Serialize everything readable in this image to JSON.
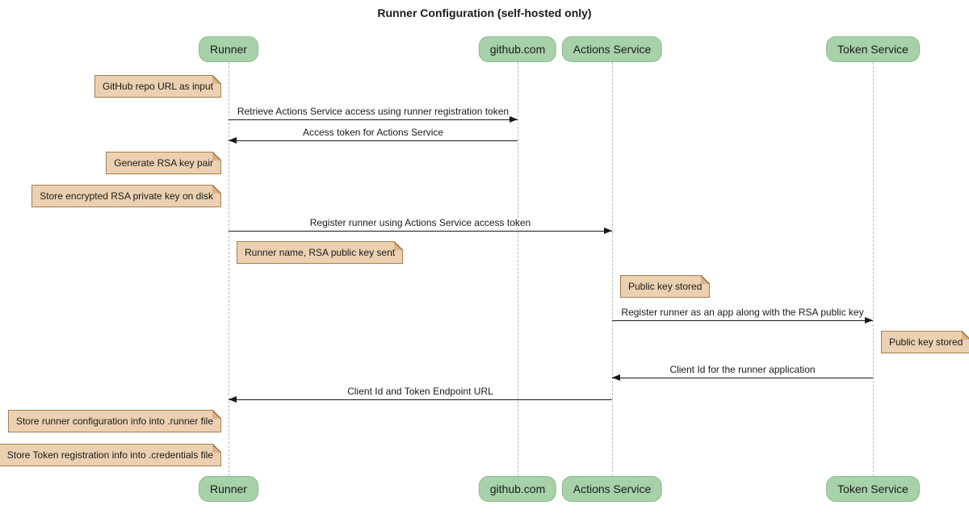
{
  "title": "Runner Configuration (self-hosted only)",
  "diagram_type": "sequence",
  "colors": {
    "participant_fill": "#A7D1A8",
    "participant_border": "#8CBD8F",
    "note_fill": "#EBD1B1",
    "note_border": "#A97E4E",
    "lifeline": "#BCBCBC",
    "arrow": "#1A1A1A",
    "background": "#FFFFFF"
  },
  "participants": {
    "runner": "Runner",
    "github": "github.com",
    "actions": "Actions Service",
    "token": "Token Service"
  },
  "messages": [
    {
      "text": "Retrieve Actions Service access using runner registration token",
      "from": "Runner",
      "to": "github.com"
    },
    {
      "text": "Access token for Actions Service",
      "from": "github.com",
      "to": "Runner"
    },
    {
      "text": "Register runner using Actions Service access token",
      "from": "Runner",
      "to": "Actions Service"
    },
    {
      "text": "Register runner as an app along with the RSA public key",
      "from": "Actions Service",
      "to": "Token Service"
    },
    {
      "text": "Client Id for the runner application",
      "from": "Token Service",
      "to": "Actions Service"
    },
    {
      "text": "Client Id and Token Endpoint URL",
      "from": "Actions Service",
      "to": "Runner"
    }
  ],
  "notes": [
    {
      "text": "GitHub repo URL as input",
      "position": "left of Runner"
    },
    {
      "text": "Generate RSA key pair",
      "position": "left of Runner"
    },
    {
      "text": "Store encrypted RSA private key on disk",
      "position": "left of Runner"
    },
    {
      "text": "Runner name, RSA public key sent",
      "position": "right of Runner"
    },
    {
      "text": "Public key stored",
      "position": "right of Actions Service"
    },
    {
      "text": "Public key stored",
      "position": "right of Token Service"
    },
    {
      "text": "Store runner configuration info into .runner file",
      "position": "left of Runner"
    },
    {
      "text": "Store Token registration info into .credentials file",
      "position": "left of Runner"
    }
  ]
}
